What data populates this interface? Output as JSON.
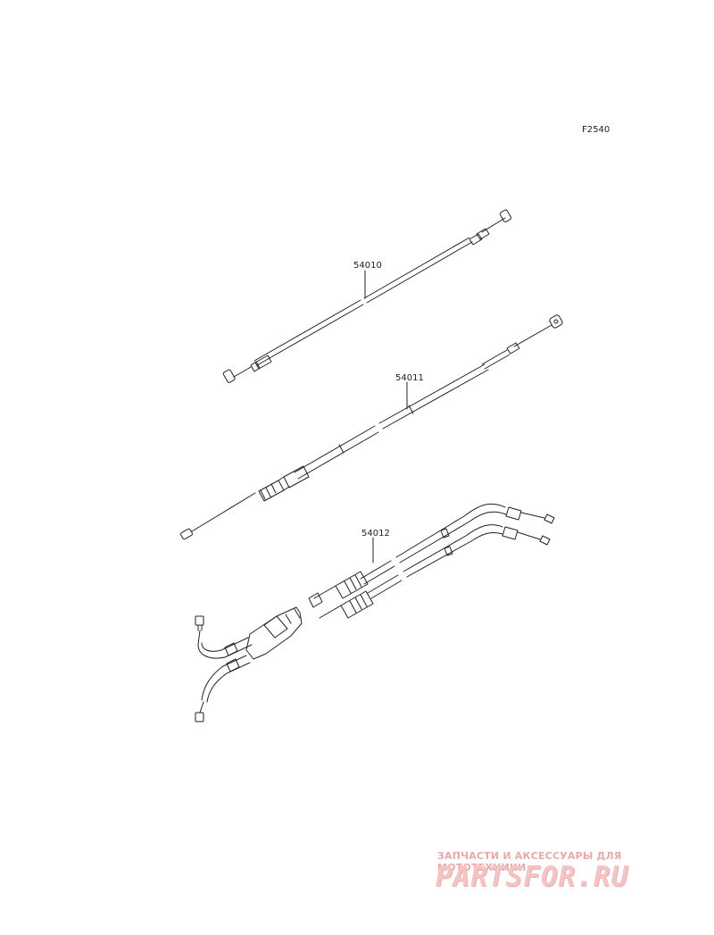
{
  "figure_ref": "F2540",
  "parts": [
    {
      "number": "54010"
    },
    {
      "number": "54011"
    },
    {
      "number": "54012"
    }
  ],
  "watermark": {
    "tagline": "ЗАПЧАСТИ И АКСЕССУАРЫ ДЛЯ МОТОТЕХНИКИ",
    "logo": "PARTSFOR.RU"
  },
  "colors": {
    "line": "#222222",
    "watermark": "#f4c3c3"
  }
}
